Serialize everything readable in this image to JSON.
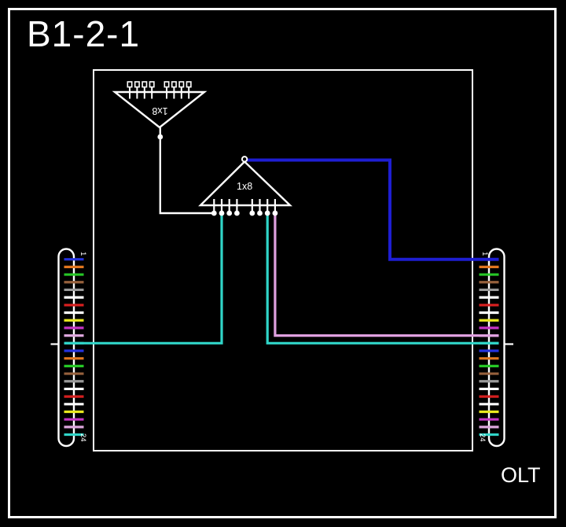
{
  "title": "B1-2-1",
  "olt_label": "OLT",
  "colors": {
    "background": "#000000",
    "line": "#ffffff",
    "feeder_blue": "#1e1ed2",
    "jumper_cyan": "#30d5c8",
    "jumper_plum": "#dfa0df"
  },
  "splitters": {
    "cascade": {
      "label": "1x8",
      "orientation": "inverted",
      "output_count": 8
    },
    "main": {
      "label": "1x8",
      "orientation": "upright",
      "output_count": 8
    }
  },
  "fiber_color_code": [
    {
      "name": "blue",
      "hex": "#2433dd"
    },
    {
      "name": "orange",
      "hex": "#e0761f"
    },
    {
      "name": "green",
      "hex": "#26c826"
    },
    {
      "name": "brown",
      "hex": "#96603c"
    },
    {
      "name": "slate",
      "hex": "#999999"
    },
    {
      "name": "white",
      "hex": "#ffffff"
    },
    {
      "name": "red",
      "hex": "#d51f1f"
    },
    {
      "name": "black",
      "hex": "#ffffff"
    },
    {
      "name": "yellow",
      "hex": "#e8e81f"
    },
    {
      "name": "violet",
      "hex": "#c435c4"
    },
    {
      "name": "rose",
      "hex": "#dca6dc"
    },
    {
      "name": "aqua",
      "hex": "#30d5c8"
    }
  ],
  "cables": {
    "left": {
      "top_label": "1",
      "bottom_label": "24",
      "fiber_count": 24
    },
    "right": {
      "top_label": "1",
      "bottom_label": "24",
      "fiber_count": 24
    }
  },
  "connections": [
    {
      "name": "feeder",
      "color_key": "feeder_blue",
      "from": "main-splitter-input",
      "to": "right-cable-fiber-1"
    },
    {
      "name": "cascade-link",
      "color_key": "line",
      "from": "cascade-splitter-input",
      "to": "main-splitter-output-1"
    },
    {
      "name": "drop-left-12",
      "color_key": "jumper_cyan",
      "from": "main-splitter-output-2",
      "to": "left-cable-fiber-12"
    },
    {
      "name": "drop-right-12",
      "color_key": "jumper_cyan",
      "from": "main-splitter-output-7",
      "to": "right-cable-fiber-12"
    },
    {
      "name": "drop-right-11",
      "color_key": "jumper_plum",
      "from": "main-splitter-output-8",
      "to": "right-cable-fiber-11"
    }
  ]
}
